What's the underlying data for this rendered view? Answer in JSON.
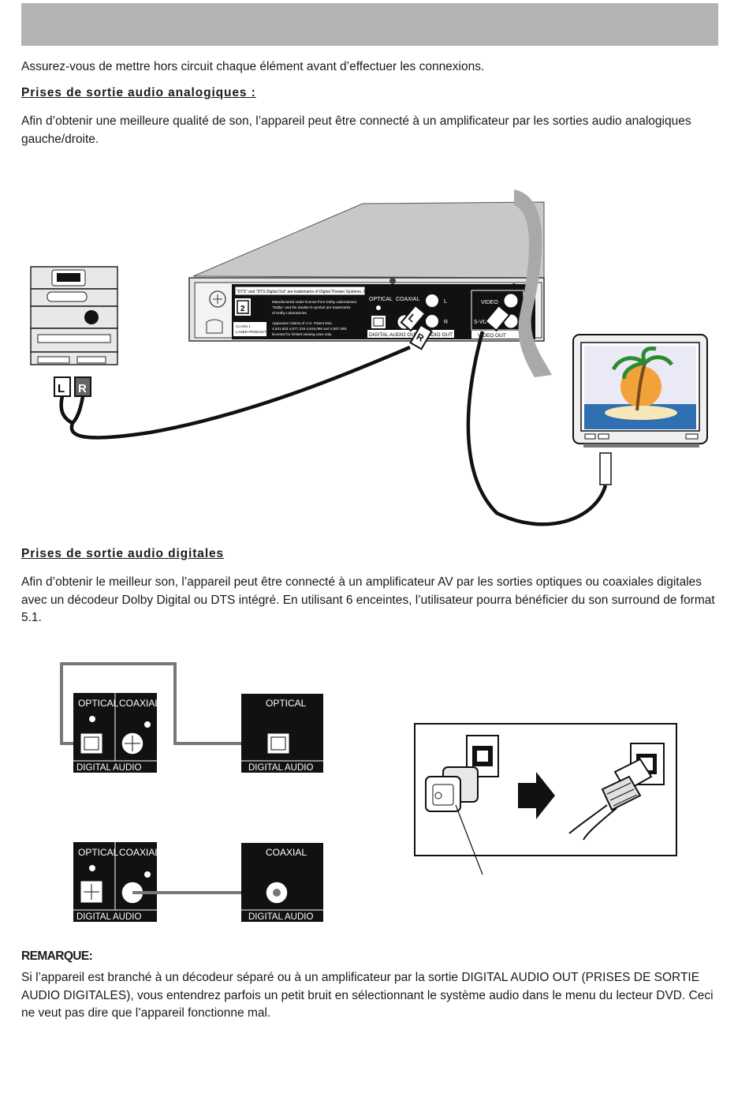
{
  "intro": "Assurez-vous de mettre hors circuit chaque élément avant d’effectuer les connexions.",
  "section1": {
    "heading": "Prises de sortie audio analogiques :",
    "body": "Afin d’obtenir une meilleure qualité de son, l’appareil peut être connecté à un amplificateur par les sorties audio analogiques gauche/droite."
  },
  "diagram1": {
    "jack_left": "L",
    "jack_right": "R",
    "panel_optical": "OPTICAL",
    "panel_coaxial": "COAXIAL",
    "panel_digital_out": "DIGITAL AUDIO OUT",
    "panel_audio_out": "AUDIO OUT",
    "panel_video": "VIDEO",
    "panel_svideo": "S-VIDEO",
    "panel_video_out": "VIDEO OUT",
    "label_L": "L",
    "label_R": "R",
    "dts_notice": "\"DTS\" and \"DTS Digital Out\" are trademarks of Digital Theater Systems, Inc.",
    "dolby_notice_1": "Manufactured under license from Dolby Laboratories.",
    "dolby_notice_2": "\"Dolby\" and the double-D symbol are trademarks",
    "dolby_notice_3": "of Dolby Laboratories.",
    "class_label_1": "CLASS 1",
    "class_label_2": "LASER PRODUCT",
    "patent_1": "Apparatus Claims of U.S. Patent Nos.",
    "patent_2": "4,631,603 4,577,216 4,819,098 and 4,907,093",
    "patent_3": "licensed for limited viewing uses only.",
    "region_code": "2"
  },
  "section2": {
    "heading": "Prises de sortie audio digitales",
    "body": "Afin d’obtenir le meilleur son, l’appareil peut être connecté à un amplificateur AV par les sorties optiques ou coaxiales digitales avec un décodeur Dolby Digital ou DTS intégré. En utilisant 6 enceintes, l’utilisateur pourra bénéficier du son surround de format 5.1."
  },
  "diagram2": {
    "optical": "OPTICAL",
    "coaxial": "COAXIAL",
    "digital_audio": "DIGITAL AUDIO"
  },
  "remark": {
    "title": "REMARQUE:",
    "body": "Si l’appareil est branché à un décodeur séparé ou à un amplificateur par la sortie DIGITAL AUDIO OUT (PRISES DE SORTIE AUDIO DIGITALES), vous entendrez parfois un petit bruit en sélectionnant le système audio dans le menu du lecteur DVD.  Ceci ne veut pas dire que l’appareil fonctionne mal."
  }
}
